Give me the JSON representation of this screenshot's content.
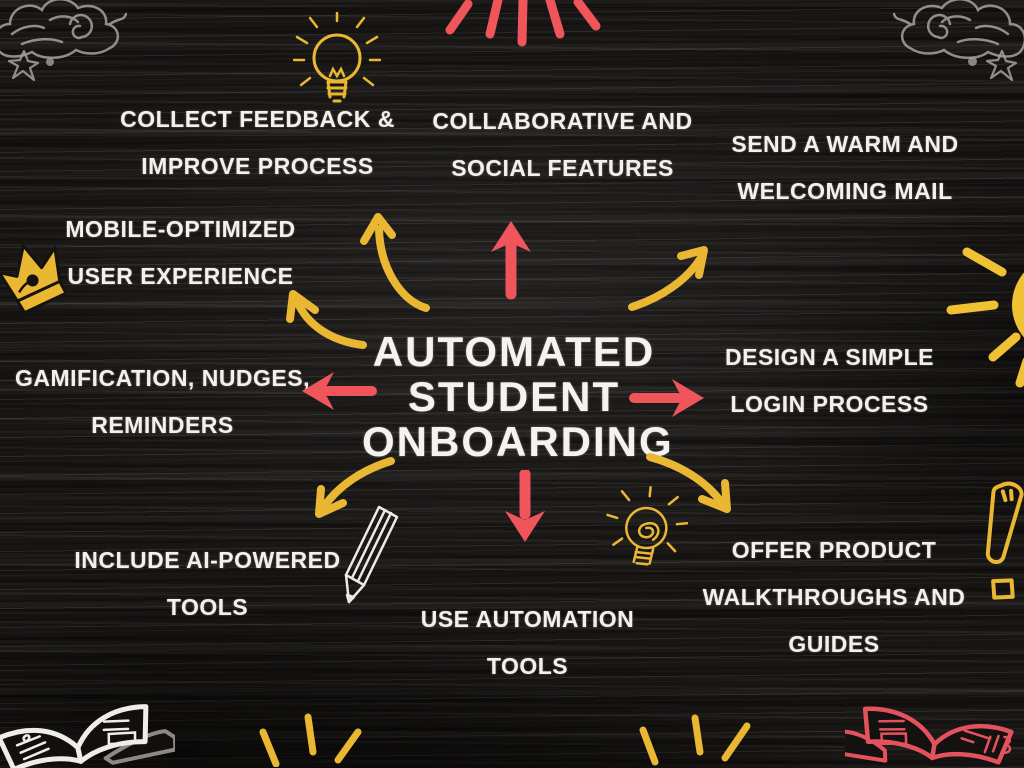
{
  "poster": {
    "type": "mind-map",
    "theme": "chalkboard"
  },
  "colors": {
    "board": "#181614",
    "chalk_white": "#f3f1ec",
    "accent_red": "#ef555a",
    "accent_yellow": "#eab733",
    "book_red": "#e4525e",
    "sun_yellow": "#f0c133",
    "sketch_gray": "#a6a39e"
  },
  "center": {
    "lines": [
      "AUTOMATED",
      "STUDENT",
      "ONBOARDING"
    ]
  },
  "nodes": [
    {
      "id": "collect-feedback",
      "lines": [
        "COLLECT FEEDBACK &",
        "IMPROVE PROCESS"
      ]
    },
    {
      "id": "collaborative-social",
      "lines": [
        "COLLABORATIVE AND",
        "SOCIAL FEATURES"
      ]
    },
    {
      "id": "send-warm-mail",
      "lines": [
        "SEND A WARM AND",
        "WELCOMING MAIL"
      ]
    },
    {
      "id": "mobile-optimized",
      "lines": [
        "MOBILE-OPTIMIZED",
        "USER EXPERIENCE"
      ]
    },
    {
      "id": "gamification",
      "lines": [
        "GAMIFICATION, NUDGES,",
        "REMINDERS"
      ]
    },
    {
      "id": "design-login",
      "lines": [
        "DESIGN A SIMPLE",
        "LOGIN PROCESS"
      ]
    },
    {
      "id": "include-ai",
      "lines": [
        "INCLUDE AI-POWERED",
        "TOOLS"
      ]
    },
    {
      "id": "use-automation",
      "lines": [
        "USE AUTOMATION",
        "TOOLS"
      ]
    },
    {
      "id": "offer-walkthroughs",
      "lines": [
        "OFFER PRODUCT",
        "WALKTHROUGHS AND",
        "GUIDES"
      ]
    }
  ],
  "arrows": [
    {
      "name": "arrow-to-collaborative",
      "shape": "straight-up",
      "color": "#ef555a"
    },
    {
      "name": "arrow-to-use-automation",
      "shape": "straight-down",
      "color": "#ef555a"
    },
    {
      "name": "arrow-to-gamification",
      "shape": "straight-left",
      "color": "#ef555a"
    },
    {
      "name": "arrow-to-design-login",
      "shape": "straight-right",
      "color": "#ef555a"
    },
    {
      "name": "arrow-to-collect-feedback",
      "shape": "curved-up",
      "color": "#eab733"
    },
    {
      "name": "arrow-to-mobile-optimized",
      "shape": "curved-up-left",
      "color": "#eab733"
    },
    {
      "name": "arrow-to-send-mail",
      "shape": "curved-up-right",
      "color": "#eab733"
    },
    {
      "name": "arrow-to-include-ai",
      "shape": "curved-down-left",
      "color": "#eab733"
    },
    {
      "name": "arrow-to-offer-walkthroughs",
      "shape": "curved-down-right",
      "color": "#eab733"
    }
  ],
  "decorations": [
    "lightbulb-icon",
    "sketch-lightbulb-icon",
    "starburst-icon",
    "cloud-icon",
    "star-icon",
    "crown-icon",
    "sun-icon",
    "exclamation-icon",
    "pencil-icon",
    "open-book-icon",
    "rays-icon"
  ]
}
